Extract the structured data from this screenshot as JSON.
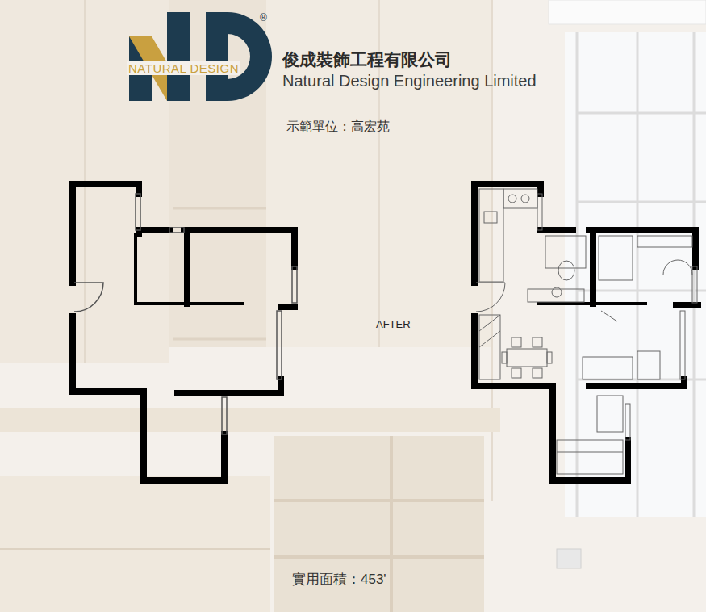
{
  "diagram": {
    "labels": [
      "®",
      "NATURAL DESIGN",
      "俊成裝飾工程有限公司",
      "Natural Design Engineering Limited",
      "示範單位：高宏苑",
      "AFTER",
      "實用面積：453'"
    ]
  }
}
